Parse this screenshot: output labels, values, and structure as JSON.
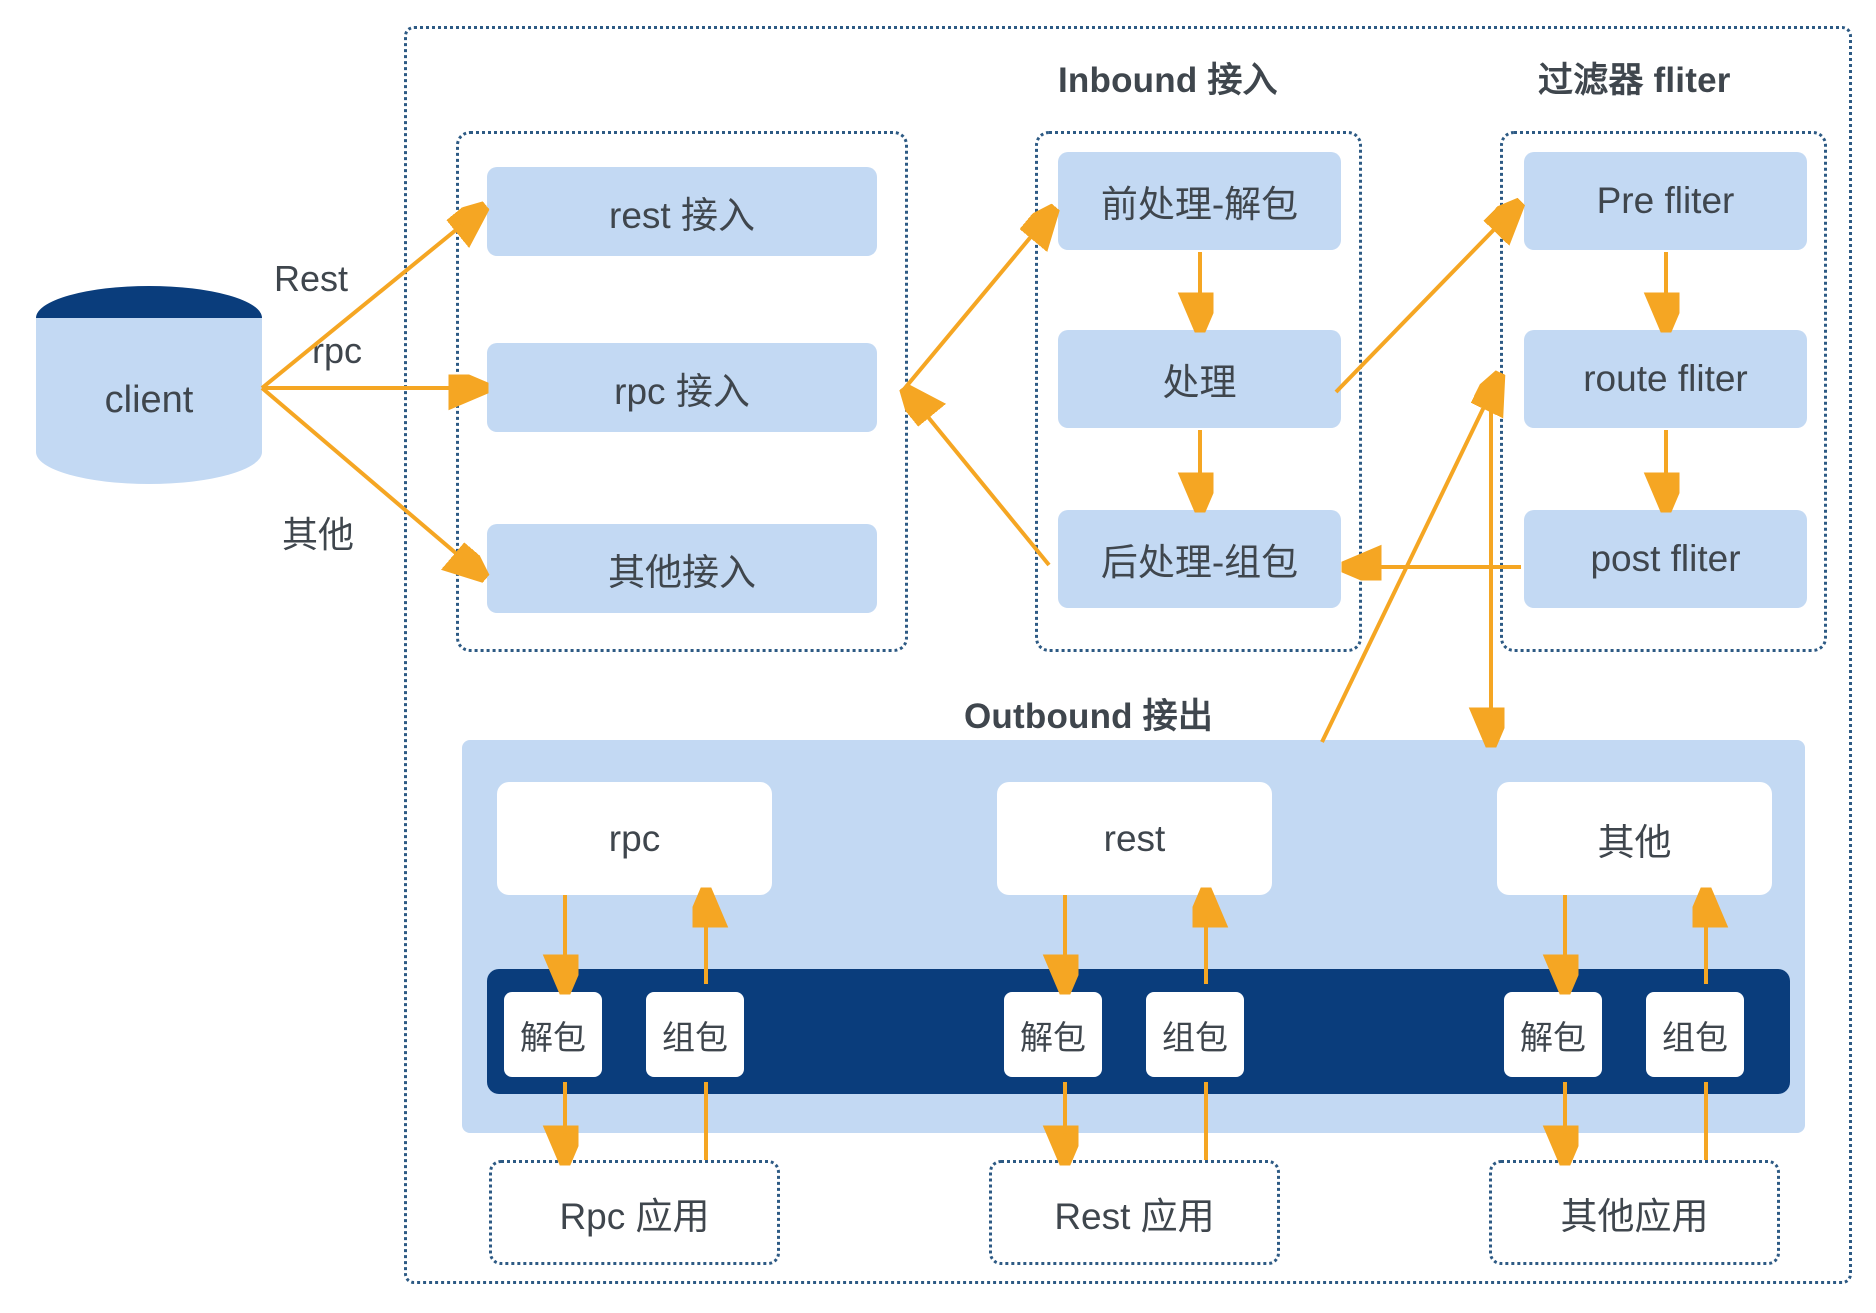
{
  "diagram": {
    "title_hidden": "Gateway architecture diagram",
    "accent_arrow_color": "#f5a623",
    "node_fill": "#c3d9f3",
    "navy": "#0a3d7c",
    "dotted_border": "#2d5a84",
    "text_color": "#3f464d"
  },
  "client": {
    "label": "client"
  },
  "edge_labels": {
    "rest": "Rest",
    "rpc": "rpc",
    "other": "其他"
  },
  "sections": {
    "inbound_title": "Inbound 接入",
    "filter_title": "过滤器 fliter",
    "outbound_title": "Outbound 接出"
  },
  "entry_group": {
    "items": [
      {
        "label": "rest 接入"
      },
      {
        "label": "rpc 接入"
      },
      {
        "label": "其他接入"
      }
    ]
  },
  "inbound_group": {
    "items": [
      {
        "label": "前处理-解包"
      },
      {
        "label": "处理"
      },
      {
        "label": "后处理-组包"
      }
    ]
  },
  "filter_group": {
    "items": [
      {
        "label": "Pre fliter"
      },
      {
        "label": "route fliter"
      },
      {
        "label": "post fliter"
      }
    ]
  },
  "outbound_group": {
    "protocols": [
      {
        "label": "rpc"
      },
      {
        "label": "rest"
      },
      {
        "label": "其他"
      }
    ],
    "codecs": [
      {
        "decode": "解包",
        "encode": "组包"
      },
      {
        "decode": "解包",
        "encode": "组包"
      },
      {
        "decode": "解包",
        "encode": "组包"
      }
    ]
  },
  "applications": {
    "items": [
      {
        "label": "Rpc 应用"
      },
      {
        "label": "Rest 应用"
      },
      {
        "label": "其他应用"
      }
    ]
  }
}
